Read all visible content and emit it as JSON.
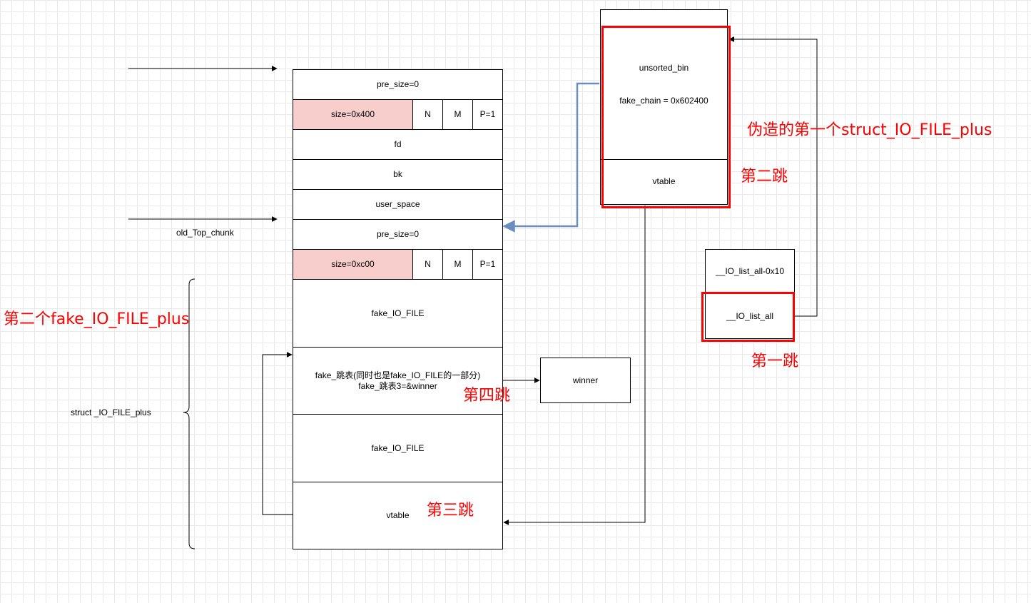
{
  "left_labels": {
    "old_top_chunk": "old_Top_chunk",
    "struct_io_file_plus": "struct _IO_FILE_plus"
  },
  "chunk": {
    "pre_size_1": "pre_size=0",
    "size_1": "size=0x400",
    "n_1": "N",
    "m_1": "M",
    "p_1": "P=1",
    "fd": "fd",
    "bk": "bk",
    "user_space": "user_space",
    "pre_size_2": "pre_size=0",
    "size_2": "size=0xc00",
    "n_2": "N",
    "m_2": "M",
    "p_2": "P=1",
    "fake_io_file_1": "fake_IO_FILE",
    "fake_jump_line1": "fake_跳表(同时也是fake_IO_FILE的一部分)",
    "fake_jump_line2": "fake_跳表3=&winner",
    "fake_io_file_2": "fake_IO_FILE",
    "vtable": "vtable"
  },
  "winner": {
    "label": "winner"
  },
  "first_struct": {
    "unsorted_bin": "unsorted_bin",
    "fake_chain": "fake_chain = 0x602400",
    "vtable": "vtable"
  },
  "io_list": {
    "io_list_all_minus": "__IO_list_all-0x10",
    "io_list_all": "__IO_list_all"
  },
  "annotations": {
    "fake_first": "伪造的第一个struct_IO_FILE_plus",
    "second_jump": "第二跳",
    "first_jump": "第一跳",
    "second_fake": "第二个fake_IO_FILE_plus",
    "fourth_jump": "第四跳",
    "third_jump": "第三跳"
  },
  "colors": {
    "highlight_red": "#ff0000",
    "pink_fill": "#f8cecc",
    "blue_arrow": "#6c8ebf"
  }
}
